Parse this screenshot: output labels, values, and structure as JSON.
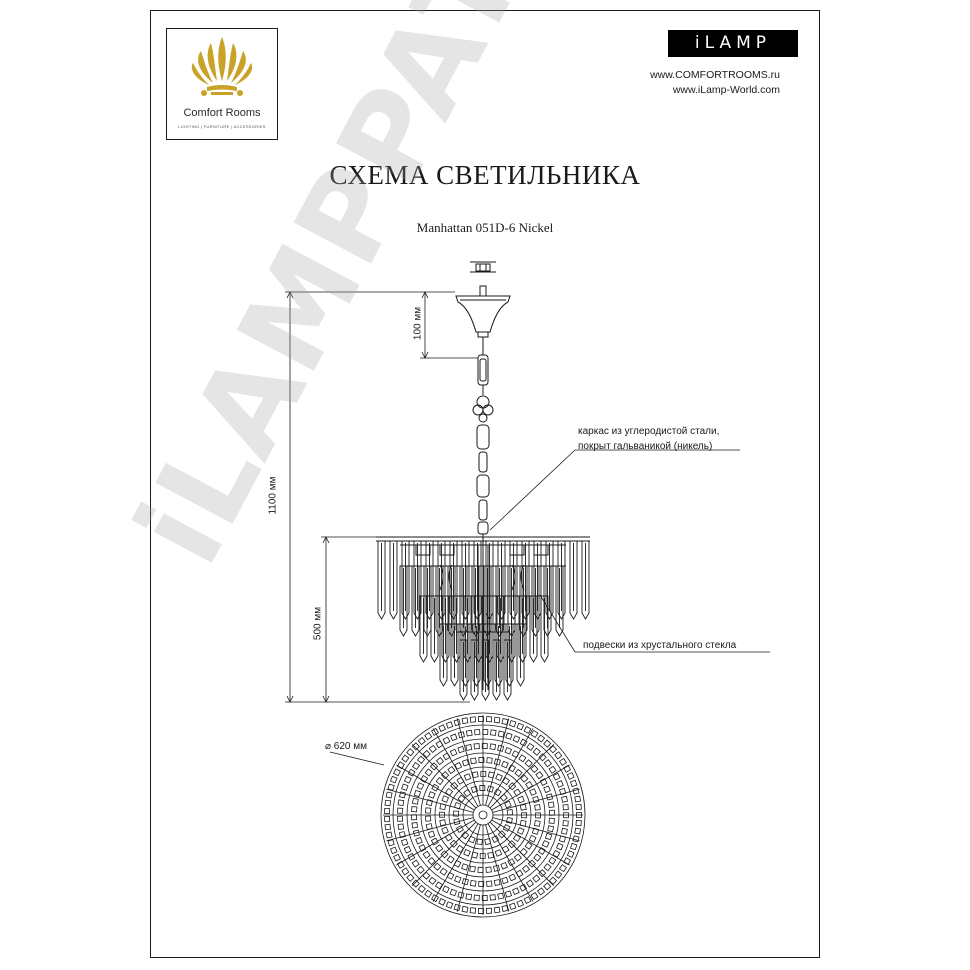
{
  "logo": {
    "name": "Comfort Rooms",
    "tagline": "LIGHTING | FURNITURE | ACCESSORIES",
    "gold": "#c9a228"
  },
  "brand": {
    "name": "iLAMP",
    "site1": "www.COMFORTROOMS.ru",
    "site2": "www.iLamp-World.com"
  },
  "document": {
    "title": "СХЕМА СВЕТИЛЬНИКА",
    "model": "Manhattan 051D-6 Nickel"
  },
  "dimensions": {
    "canopy_height": "100 мм",
    "total_height": "1100 мм",
    "body_height": "500 мм",
    "diameter": "⌀ 620 мм"
  },
  "notes": {
    "frame_line1": "каркас из углеродистой стали,",
    "frame_line2": "покрыт гальваникой (никель)",
    "crystals": "подвески из хрустального стекла"
  },
  "watermark": "iLAMPPATENTED"
}
